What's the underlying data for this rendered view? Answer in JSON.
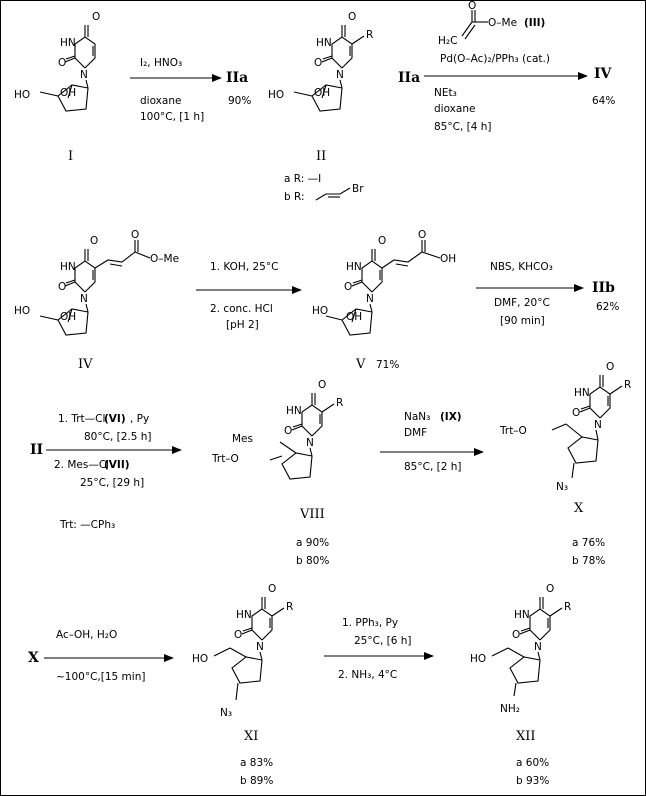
{
  "row1": {
    "cmpd_I": "I",
    "cmpd_II": "II",
    "step1": {
      "reagent": "I₂, HNO₃",
      "solvent": "dioxane",
      "conditions": "100°C, [1 h]",
      "product": "IIa",
      "yield": "90%"
    },
    "step2": {
      "start": "IIa",
      "reagent_label": "(III)",
      "catalyst": "Pd(O–Ac)₂/PPh₃ (cat.)",
      "base": "NEt₃",
      "solvent": "dioxane",
      "conditions": "85°C, [4 h]",
      "product": "IV",
      "yield": "64%"
    },
    "substituents": {
      "a": "a R: —I",
      "b": "b R:"
    }
  },
  "row2": {
    "cmpd_IV": "IV",
    "cmpd_V": "V",
    "v_yield": "71%",
    "step3": {
      "reagent1": "1. KOH, 25°C",
      "reagent2": "2. conc. HCl",
      "ph": "[pH 2]"
    },
    "step4": {
      "reagent": "NBS, KHCO₃",
      "solvent": "DMF,   20°C",
      "time": "[90 min]",
      "product": "IIb",
      "yield": "62%"
    }
  },
  "row3": {
    "start": "II",
    "step5": {
      "reagent1": "1. Trt—Cl",
      "reagent1_label": "(VI)",
      "reagent1_tail": ", Py",
      "conditions1": "80°C, [2.5 h]",
      "reagent2": "2. Mes—Cl",
      "reagent2_label": "(VII)",
      "conditions2": "25°C, [29 h]"
    },
    "trt_def": "Trt: —CPh₃",
    "cmpd_VIII": "VIII",
    "viii_yields": [
      "a 90%",
      "b 80%"
    ],
    "step6": {
      "reagent": "NaN₃",
      "reagent_label": "(IX)",
      "solvent": "DMF",
      "conditions": "85°C, [2 h]"
    },
    "cmpd_X": "X",
    "x_yields": [
      "a 76%",
      "b 78%"
    ]
  },
  "row4": {
    "start": "X",
    "step7": {
      "reagent": "Ac–OH, H₂O",
      "conditions": "~100°C,[15 min]"
    },
    "cmpd_XI": "XI",
    "xi_yields": [
      "a 83%",
      "b 89%"
    ],
    "step8": {
      "reagent1": "1. PPh₃, Py",
      "conditions1": "25°C, [6 h]",
      "reagent2": "2. NH₃, 4°C"
    },
    "cmpd_XII": "XII",
    "xii_yields": [
      "a 60%",
      "b 93%"
    ]
  },
  "atoms": {
    "O": "O",
    "HN": "HN",
    "N": "N",
    "R": "R",
    "HO": "HO",
    "OH": "OH",
    "OMe": "O–Me",
    "Trt_O": "Trt–O",
    "Mes": "Mes",
    "N3": "N₃",
    "NH2": "NH₂",
    "I": "I",
    "Br": "Br",
    "H2C": "H₂C",
    "OMe_acr": "O–Me"
  }
}
